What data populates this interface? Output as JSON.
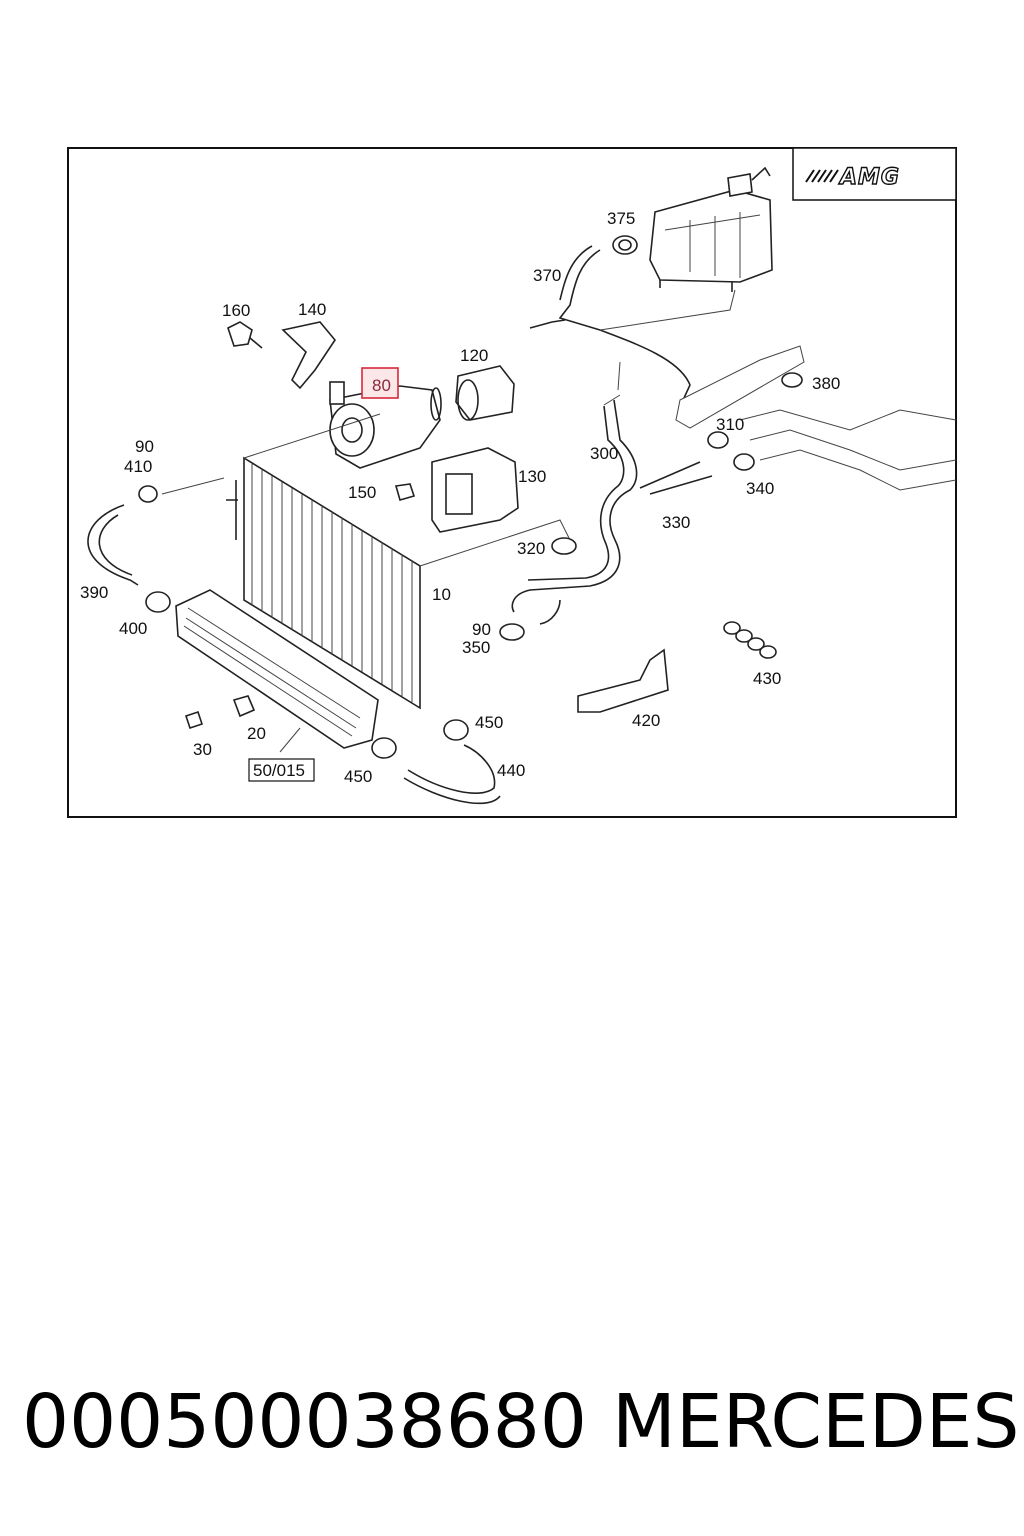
{
  "brand_logo": "AMG",
  "highlight_color": "#d8283a",
  "callouts": [
    {
      "id": "c375",
      "text": "375"
    },
    {
      "id": "c370",
      "text": "370"
    },
    {
      "id": "c160",
      "text": "160"
    },
    {
      "id": "c140",
      "text": "140"
    },
    {
      "id": "c120",
      "text": "120"
    },
    {
      "id": "c80",
      "text": "80",
      "highlighted": true
    },
    {
      "id": "c380",
      "text": "380"
    },
    {
      "id": "c310",
      "text": "310"
    },
    {
      "id": "c300",
      "text": "300"
    },
    {
      "id": "c90a",
      "text": "90"
    },
    {
      "id": "c410",
      "text": "410"
    },
    {
      "id": "c130",
      "text": "130"
    },
    {
      "id": "c150",
      "text": "150"
    },
    {
      "id": "c340",
      "text": "340"
    },
    {
      "id": "c330",
      "text": "330"
    },
    {
      "id": "c320",
      "text": "320"
    },
    {
      "id": "c390",
      "text": "390"
    },
    {
      "id": "c10",
      "text": "10"
    },
    {
      "id": "c400",
      "text": "400"
    },
    {
      "id": "c90b",
      "text": "90"
    },
    {
      "id": "c350",
      "text": "350"
    },
    {
      "id": "c430",
      "text": "430"
    },
    {
      "id": "c420",
      "text": "420"
    },
    {
      "id": "c450a",
      "text": "450"
    },
    {
      "id": "c20",
      "text": "20"
    },
    {
      "id": "c30",
      "text": "30"
    },
    {
      "id": "c440",
      "text": "440"
    },
    {
      "id": "c50015",
      "text": "50/015"
    },
    {
      "id": "c450b",
      "text": "450"
    }
  ],
  "footer": {
    "part_number": "000500038680",
    "brand": "MERCEDES"
  }
}
